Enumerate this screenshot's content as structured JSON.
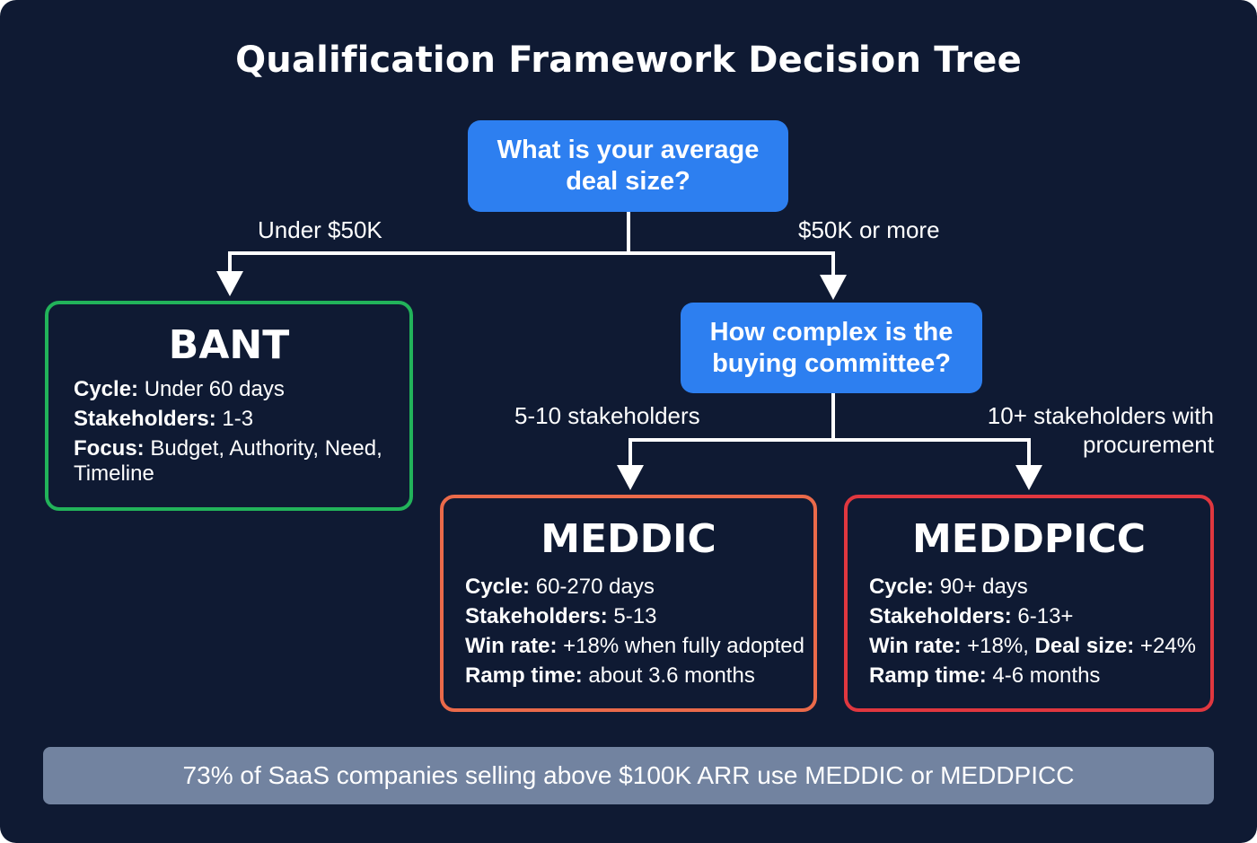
{
  "title": "Qualification Framework Decision Tree",
  "questions": {
    "deal_size": {
      "line1": "What is your average",
      "line2": "deal size?"
    },
    "complexity": {
      "line1": "How complex is the",
      "line2": "buying committee?"
    }
  },
  "edges": {
    "under_50k": "Under $50K",
    "over_50k": "$50K or more",
    "stakeholders_5_10": "5-10 stakeholders",
    "stakeholders_10_plus_line1": "10+ stakeholders with",
    "stakeholders_10_plus_line2": "procurement"
  },
  "frameworks": {
    "bant": {
      "name": "BANT",
      "color": "#22b35a",
      "cycle_label": "Cycle:",
      "cycle_value": "Under 60 days",
      "stakeholders_label": "Stakeholders:",
      "stakeholders_value": "1-3",
      "focus_label": "Focus:",
      "focus_value": "Budget, Authority, Need,",
      "focus_value_cont": "Timeline"
    },
    "meddic": {
      "name": "MEDDIC",
      "color": "#ea6a4a",
      "cycle_label": "Cycle:",
      "cycle_value": "60-270 days",
      "stakeholders_label": "Stakeholders:",
      "stakeholders_value": "5-13",
      "win_rate_label": "Win rate:",
      "win_rate_value": "+18% when fully adopted",
      "ramp_label": "Ramp time:",
      "ramp_value": "about 3.6 months"
    },
    "meddpicc": {
      "name": "MEDDPICC",
      "color": "#e0373f",
      "cycle_label": "Cycle:",
      "cycle_value": "90+ days",
      "stakeholders_label": "Stakeholders:",
      "stakeholders_value": "6-13+",
      "win_rate_label": "Win rate:",
      "win_rate_value": "+18%,",
      "deal_size_label": "Deal size:",
      "deal_size_value": "+24%",
      "ramp_label": "Ramp time:",
      "ramp_value": "4-6 months"
    }
  },
  "footer": "73% of SaaS companies selling above $100K ARR use MEDDIC or MEDDPICC",
  "colors": {
    "background": "#0f1a33",
    "question_box": "#2d7ff0",
    "footer_bar": "#7283a0",
    "connector": "#ffffff"
  }
}
